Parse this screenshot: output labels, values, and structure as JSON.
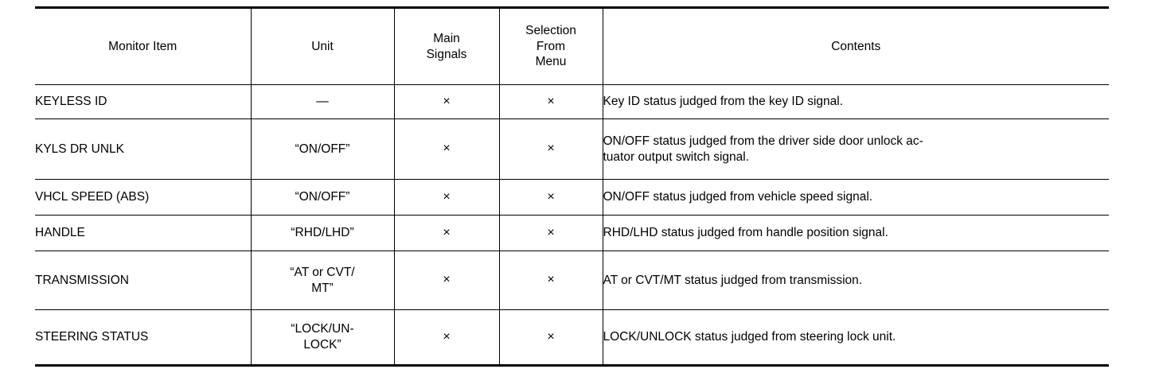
{
  "table": {
    "name": "CONSULT monitor item table",
    "columns": [
      {
        "id": "monitor_item",
        "header": "Monitor Item",
        "align": "left"
      },
      {
        "id": "unit",
        "header": "Unit",
        "align": "center"
      },
      {
        "id": "main_signals",
        "header": "Main\nSignals",
        "align": "center"
      },
      {
        "id": "selection_from_menu",
        "header": "Selection\nFrom\nMenu",
        "align": "center"
      },
      {
        "id": "contents",
        "header": "Contents",
        "align": "left"
      }
    ],
    "mark_symbol": "×",
    "dash_symbol": "—",
    "rows": [
      {
        "monitor_item": "KEYLESS ID",
        "unit": "—",
        "main_signals": "×",
        "selection_from_menu": "×",
        "contents": "Key ID status judged from the key ID signal."
      },
      {
        "monitor_item": "KYLS DR UNLK",
        "unit": "“ON/OFF”",
        "main_signals": "×",
        "selection_from_menu": "×",
        "contents": "ON/OFF status judged from the driver side door unlock ac-\ntuator output switch signal."
      },
      {
        "monitor_item": "VHCL SPEED (ABS)",
        "unit": "“ON/OFF”",
        "main_signals": "×",
        "selection_from_menu": "×",
        "contents": "ON/OFF status judged from vehicle speed signal."
      },
      {
        "monitor_item": "HANDLE",
        "unit": "“RHD/LHD”",
        "main_signals": "×",
        "selection_from_menu": "×",
        "contents": "RHD/LHD status judged from handle position signal."
      },
      {
        "monitor_item": "TRANSMISSION",
        "unit": "“AT or CVT/\nMT”",
        "main_signals": "×",
        "selection_from_menu": "×",
        "contents": "AT or CVT/MT status judged from transmission."
      },
      {
        "monitor_item": "STEERING STATUS",
        "unit": "“LOCK/UN-\nLOCK”",
        "main_signals": "×",
        "selection_from_menu": "×",
        "contents": "LOCK/UNLOCK status judged from steering lock unit."
      }
    ]
  },
  "style": {
    "ink": "#000000",
    "paper": "#ffffff"
  }
}
